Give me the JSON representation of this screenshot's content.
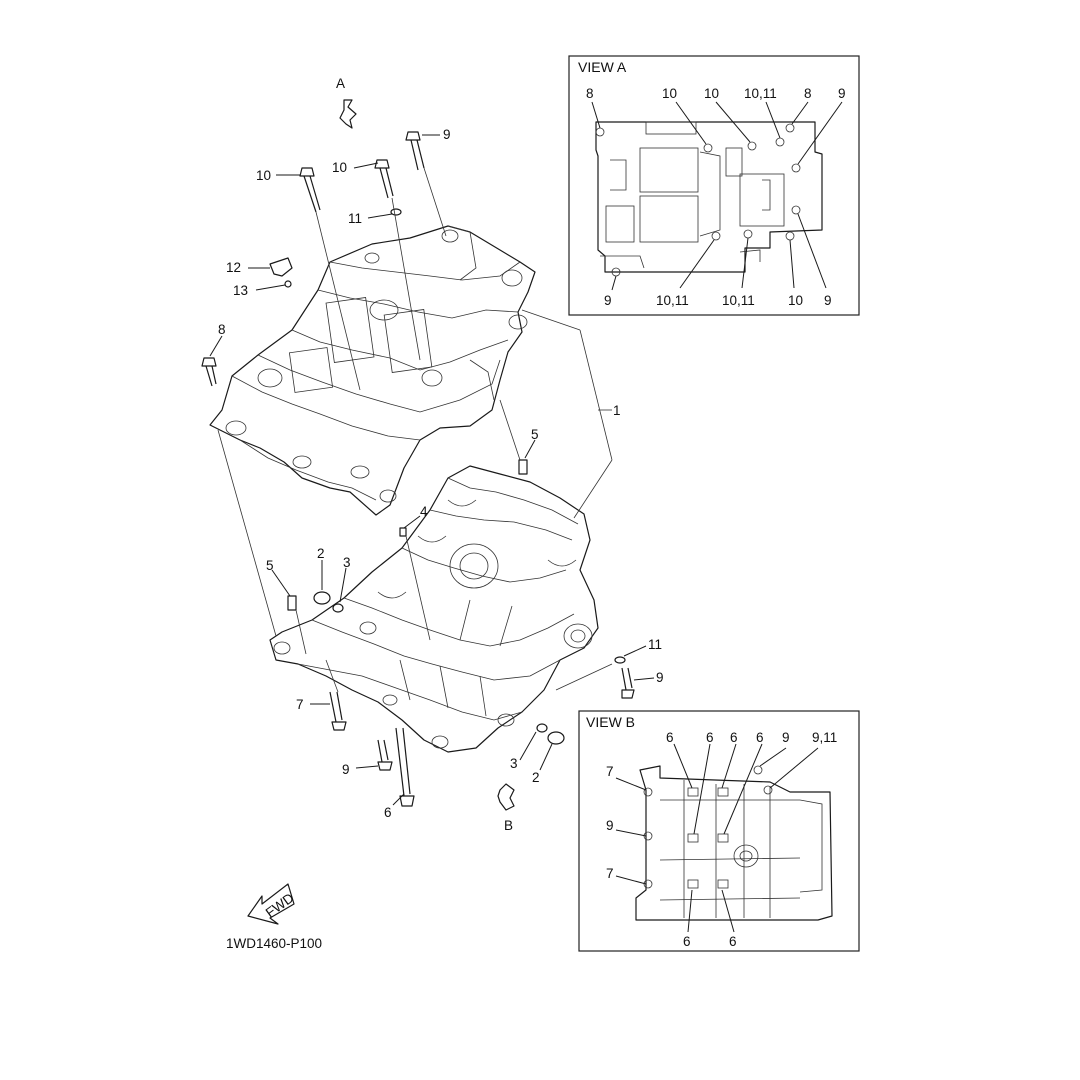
{
  "view_a": {
    "title": "VIEW A"
  },
  "view_b": {
    "title": "VIEW B"
  },
  "arrows": {
    "a": "A",
    "b": "B"
  },
  "fwd": "FWD",
  "diagram_code": "1WD1460-P100",
  "callouts": {
    "c1": "1",
    "c2a": "2",
    "c2b": "2",
    "c3a": "3",
    "c3b": "3",
    "c4": "4",
    "c5a": "5",
    "c5b": "5",
    "c6": "6",
    "c7": "7",
    "c8": "8",
    "c9a": "9",
    "c9b": "9",
    "c9c": "9",
    "c10a": "10",
    "c10b": "10",
    "c11a": "11",
    "c11b": "11",
    "c12": "12",
    "c13": "13"
  },
  "view_a_labels": {
    "t1": "8",
    "t2": "10",
    "t3": "10",
    "t4": "10,11",
    "t5": "8",
    "t6": "9",
    "b1": "9",
    "b2": "10,11",
    "b3": "10,11",
    "b4": "10",
    "b5": "9"
  },
  "view_b_labels": {
    "t1": "6",
    "t2": "6",
    "t3": "6",
    "t4": "6",
    "t5": "9",
    "t6": "9,11",
    "l1": "7",
    "l2": "9",
    "l3": "7",
    "b1": "6",
    "b2": "6"
  }
}
